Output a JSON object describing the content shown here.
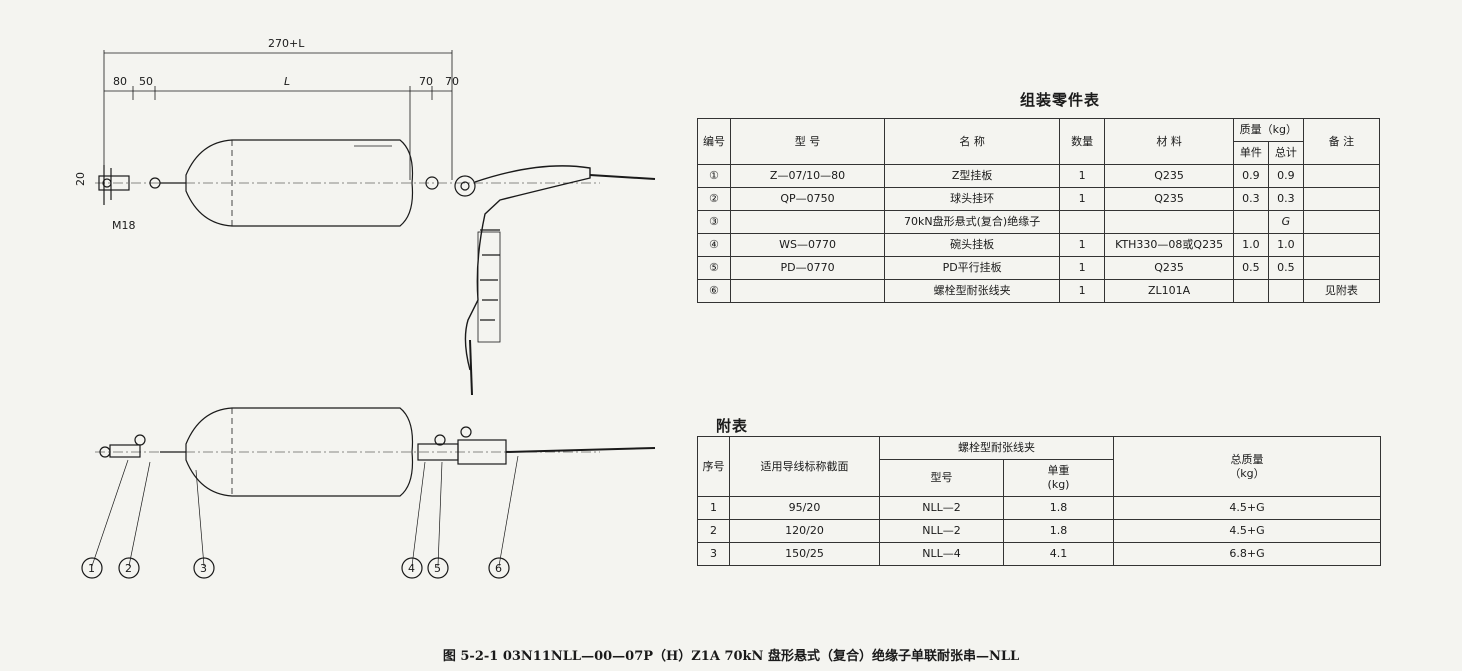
{
  "dimensions": {
    "total": "270+L",
    "d80": "80",
    "d50": "50",
    "L": "L",
    "d70a": "70",
    "d70b": "70",
    "d20": "20",
    "m18": "M18"
  },
  "callouts": [
    "1",
    "2",
    "3",
    "4",
    "5",
    "6"
  ],
  "assembly_table": {
    "title": "组装零件表",
    "headers": {
      "no": "编号",
      "model": "型 号",
      "name": "名 称",
      "qty": "数量",
      "material": "材 料",
      "mass": "质量（kg）",
      "unit": "单件",
      "total": "总计",
      "remark": "备 注"
    },
    "rows": [
      {
        "no": "①",
        "model": "Z—07/10—80",
        "name": "Z型挂板",
        "qty": "1",
        "material": "Q235",
        "unit": "0.9",
        "total": "0.9",
        "remark": ""
      },
      {
        "no": "②",
        "model": "QP—0750",
        "name": "球头挂环",
        "qty": "1",
        "material": "Q235",
        "unit": "0.3",
        "total": "0.3",
        "remark": ""
      },
      {
        "no": "③",
        "model": "",
        "name": "70kN盘形悬式(复合)绝缘子",
        "qty": "",
        "material": "",
        "unit": "",
        "total": "G",
        "remark": ""
      },
      {
        "no": "④",
        "model": "WS—0770",
        "name": "碗头挂板",
        "qty": "1",
        "material": "KTH330—08或Q235",
        "unit": "1.0",
        "total": "1.0",
        "remark": ""
      },
      {
        "no": "⑤",
        "model": "PD—0770",
        "name": "PD平行挂板",
        "qty": "1",
        "material": "Q235",
        "unit": "0.5",
        "total": "0.5",
        "remark": ""
      },
      {
        "no": "⑥",
        "model": "",
        "name": "螺栓型耐张线夹",
        "qty": "1",
        "material": "ZL101A",
        "unit": "",
        "total": "",
        "remark": "见附表"
      }
    ]
  },
  "appendix_table": {
    "title": "附表",
    "headers": {
      "seq": "序号",
      "section": "适用导线标称截面",
      "clamp": "螺栓型耐张线夹",
      "model": "型号",
      "unit_weight": "单重\n(kg)",
      "total_mass": "总质量\n（kg）"
    },
    "rows": [
      {
        "seq": "1",
        "section": "95/20",
        "model": "NLL—2",
        "unit_weight": "1.8",
        "total_mass": "4.5+G"
      },
      {
        "seq": "2",
        "section": "120/20",
        "model": "NLL—2",
        "unit_weight": "1.8",
        "total_mass": "4.5+G"
      },
      {
        "seq": "3",
        "section": "150/25",
        "model": "NLL—4",
        "unit_weight": "4.1",
        "total_mass": "6.8+G"
      }
    ]
  },
  "caption": "图 5-2-1 03N11NLL—00—07P（H）Z1A 70kN 盘形悬式（复合）绝缘子单联耐张串—NLL",
  "colors": {
    "ink": "#1a1a1a",
    "paper": "#f4f4f0",
    "ghost": "#b9b9b3"
  }
}
